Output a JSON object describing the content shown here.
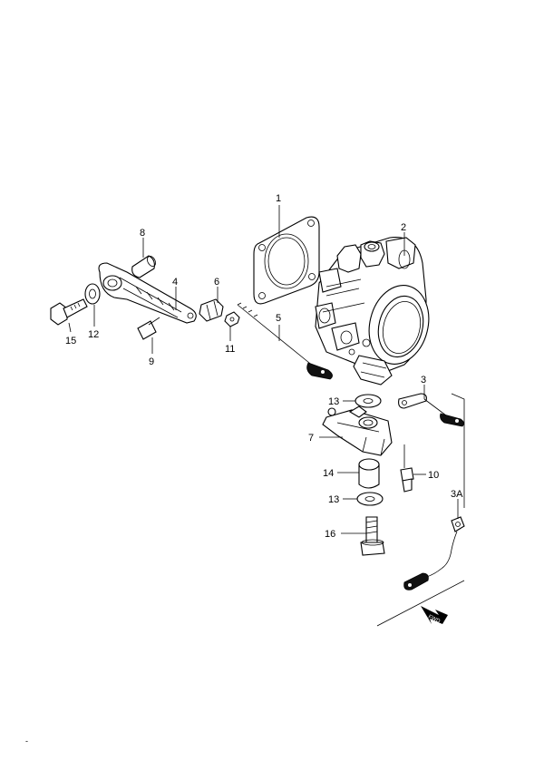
{
  "callouts": {
    "c1": "1",
    "c2": "2",
    "c3": "3",
    "c3a": "3A",
    "c4": "4",
    "c5": "5",
    "c6": "6",
    "c7": "7",
    "c8": "8",
    "c9": "9",
    "c10": "10",
    "c11": "11",
    "c12": "12",
    "c13a": "13",
    "c13b": "13",
    "c14": "14",
    "c15": "15",
    "c16": "16"
  },
  "fwd_label": "FWD",
  "corner_mark": "-"
}
